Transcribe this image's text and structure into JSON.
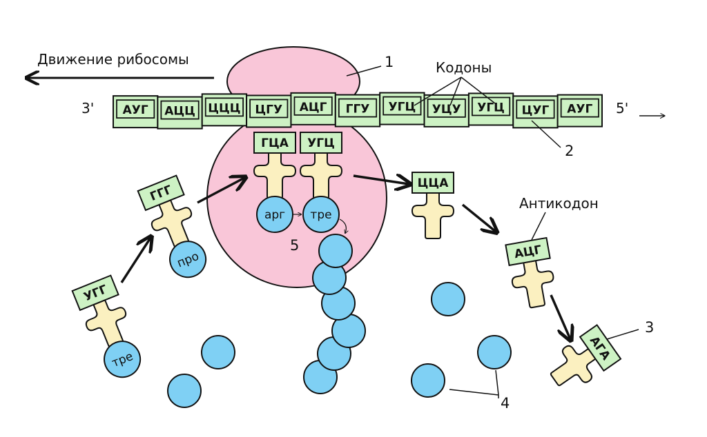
{
  "title": "Движение рибосомы",
  "labels": {
    "codons": "Кодоны",
    "anticodon": "Антикодон",
    "end3": "3'",
    "end5": "5'"
  },
  "numbers": {
    "n1": "1",
    "n2": "2",
    "n3": "3",
    "n4": "4",
    "n5": "5"
  },
  "mrna": [
    "АУГ",
    "АЦЦ",
    "ЦЦЦ",
    "ЦГУ",
    "АЦГ",
    "ГГУ",
    "УГЦ",
    "УЦУ",
    "УГЦ",
    "ЦУГ",
    "АУГ"
  ],
  "trna_in_ribosome": [
    {
      "anticodon": "ГЦА",
      "amino_acid": "арг"
    },
    {
      "anticodon": "УГЦ",
      "amino_acid": "тре"
    }
  ],
  "trna_incoming": [
    {
      "anticodon": "УГГ",
      "amino_acid": "тре"
    },
    {
      "anticodon": "ГГГ",
      "amino_acid": "про"
    }
  ],
  "trna_leaving": [
    "ЦЦА",
    "АЦГ",
    "АГА"
  ],
  "colors": {
    "ribosome": "#f9c6d8",
    "mrna": "#cdf2c4",
    "trna": "#fbf0c0",
    "amino_acid": "#7fd0f4",
    "outline": "#111111"
  }
}
